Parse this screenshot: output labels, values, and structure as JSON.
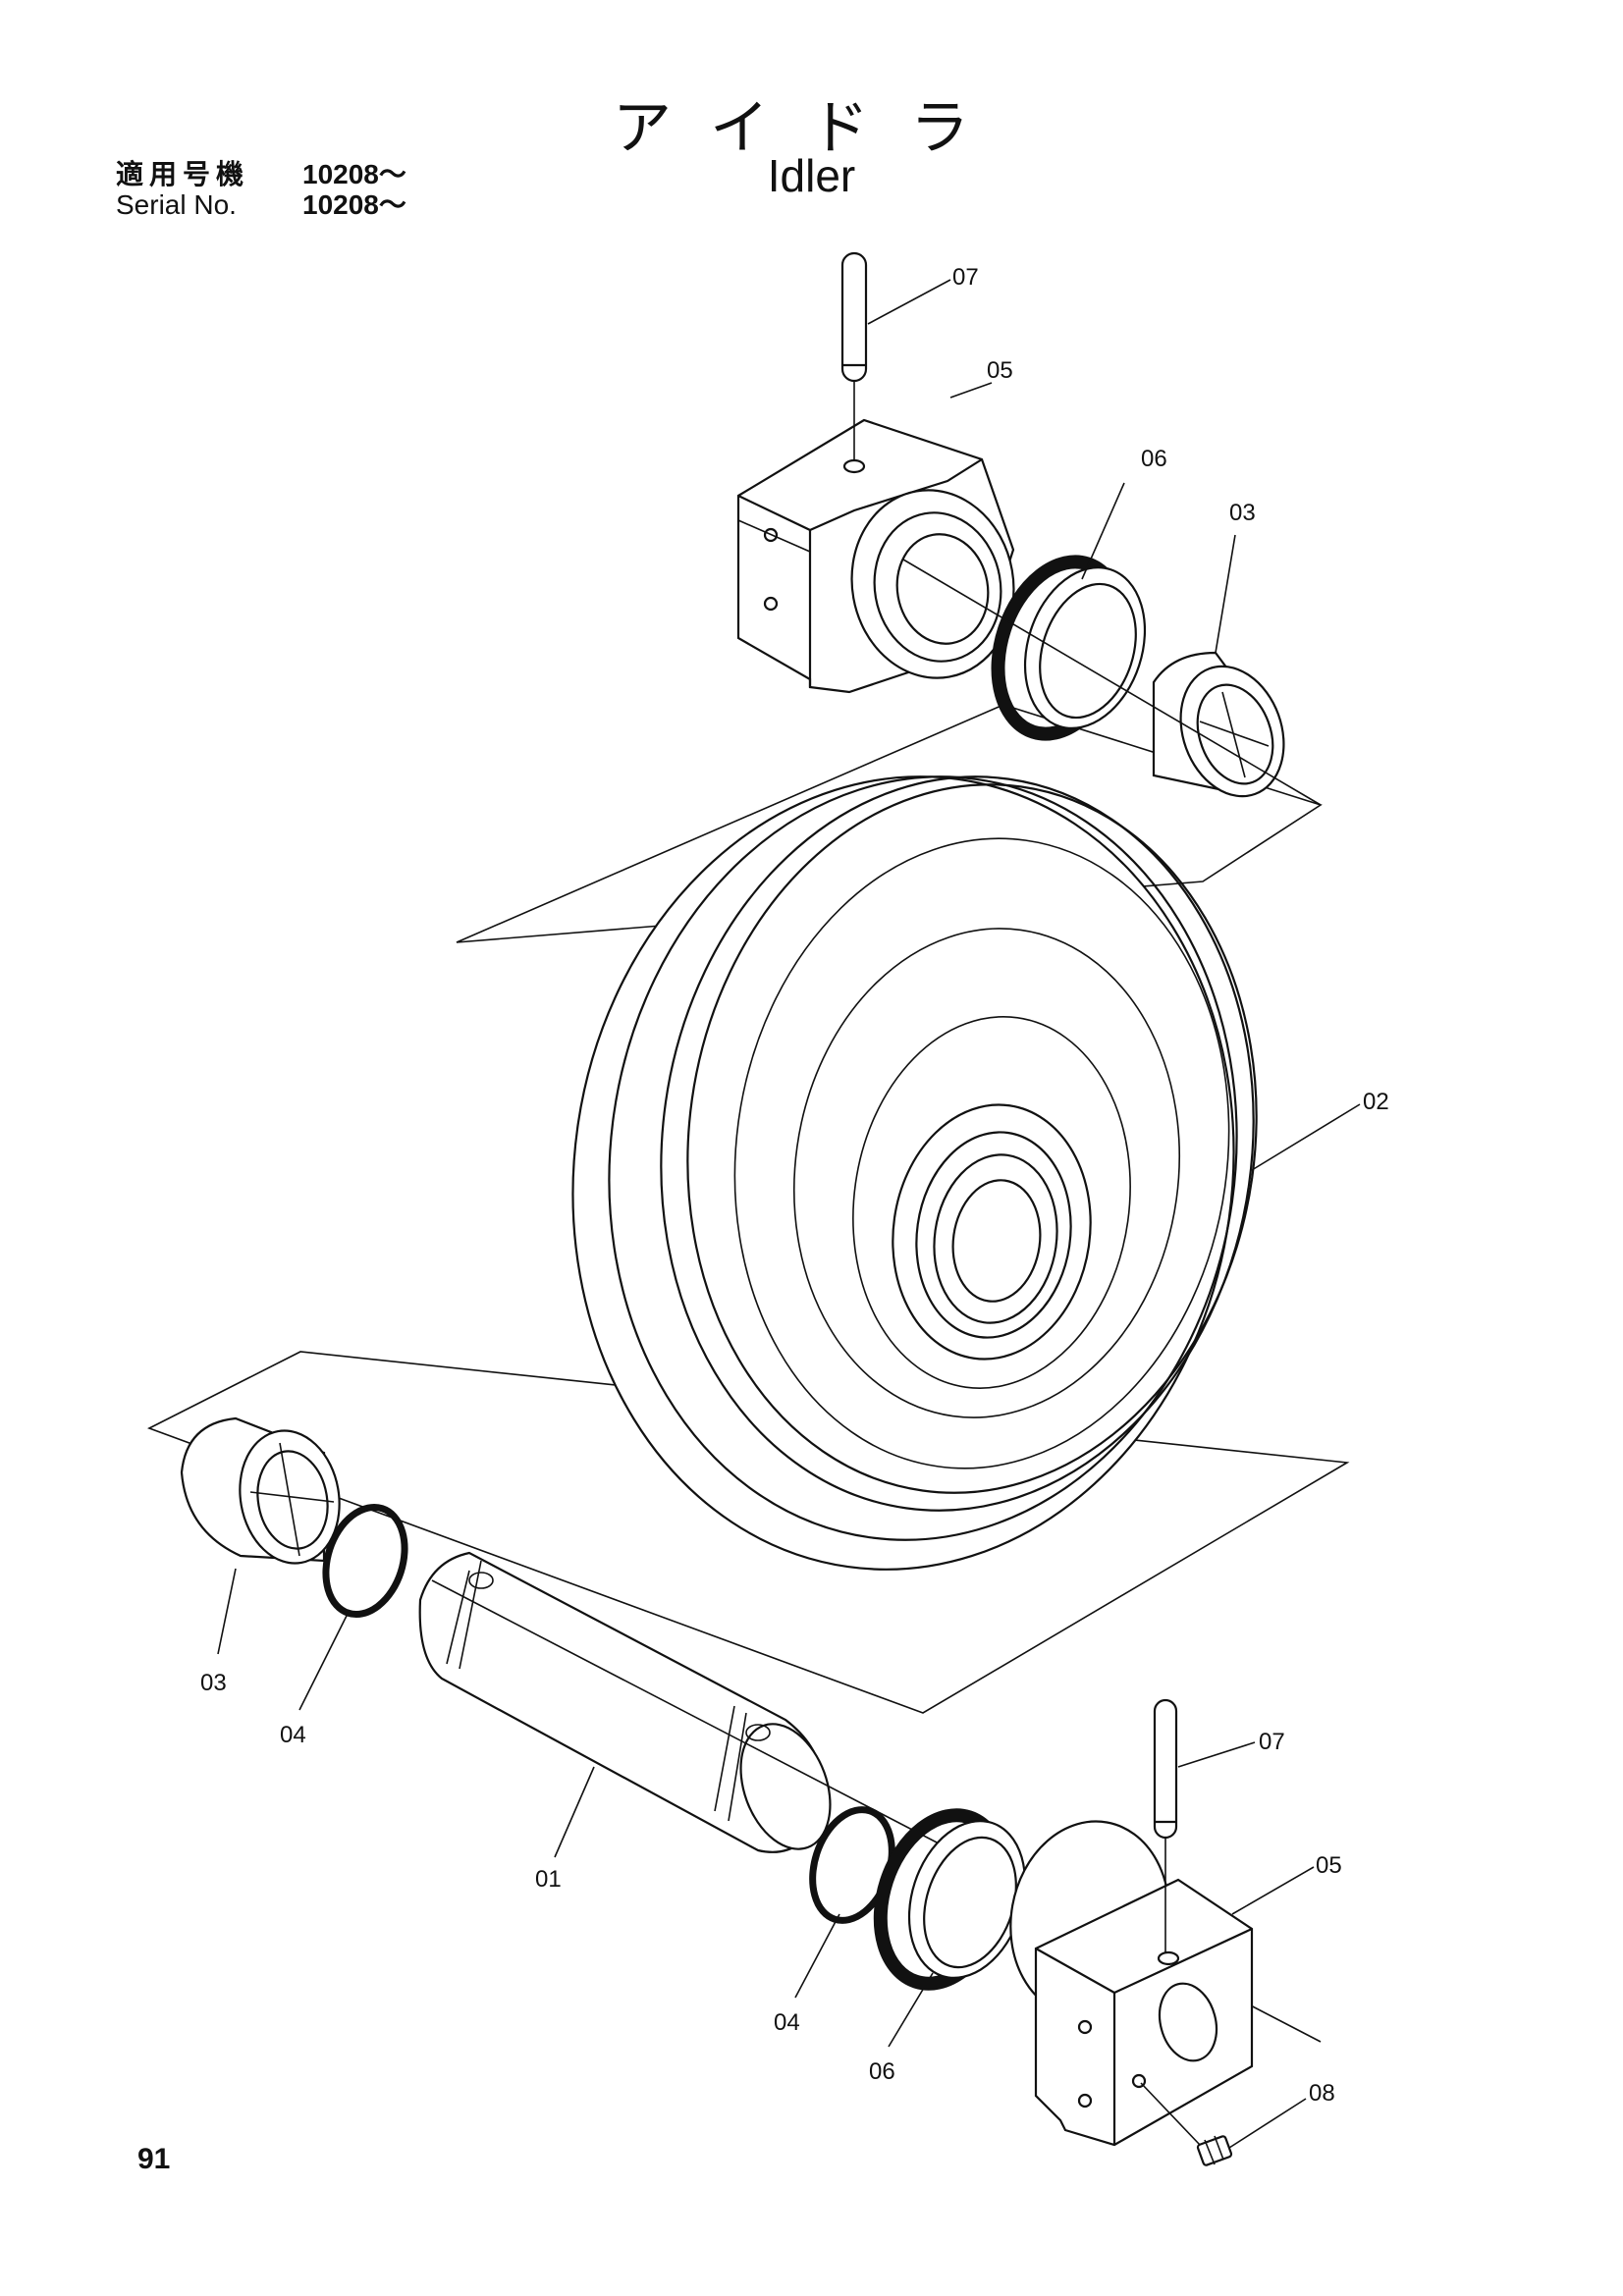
{
  "header": {
    "title_jp": "アイドラ",
    "title_en": "Idler",
    "applicable_label_jp": "適用号機",
    "applicable_value": "10208～",
    "serial_label": "Serial No.",
    "serial_value": "10208～"
  },
  "callouts": {
    "c01": "01",
    "c02": "02",
    "c03_top": "03",
    "c03_left": "03",
    "c04_left": "04",
    "c04_bottom": "04",
    "c05_top": "05",
    "c05_bottom": "05",
    "c06_top": "06",
    "c06_bottom": "06",
    "c07_top": "07",
    "c07_bottom": "07",
    "c08": "08"
  },
  "footer": {
    "page_number": "91"
  }
}
